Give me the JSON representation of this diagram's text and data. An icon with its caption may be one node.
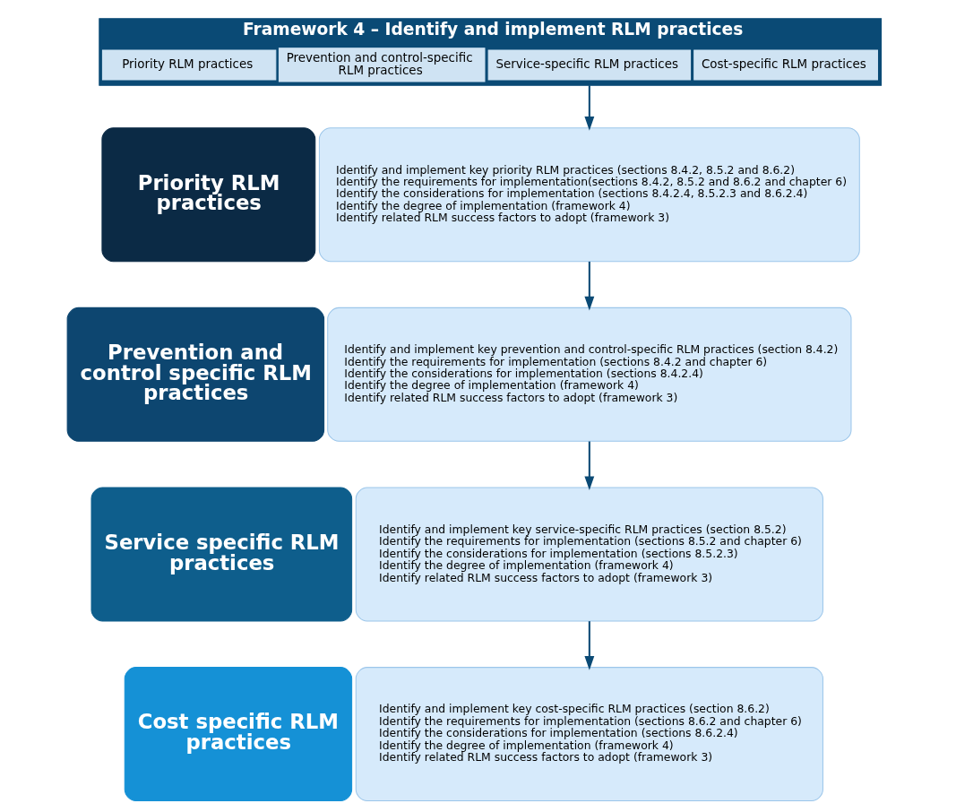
{
  "diagram": {
    "nodes": [
      {
        "text": [
          "Framework 4 – Identify and implement RLM practices"
        ]
      },
      {
        "text": [
          "Priority RLM practices"
        ],
        "in": 0
      },
      {
        "text": [
          "Prevention and control-specific RLM practices"
        ],
        "in": 0
      },
      {
        "text": [
          "Service-specific RLM practices"
        ],
        "in": 0
      },
      {
        "text": [
          "Cost-specific RLM practices"
        ],
        "in": 0
      },
      {
        "text": [
          "Priority RLM practices"
        ]
      },
      {
        "text": [
          "Identify and implement key priority RLM practices (sections 8.4.2, 8.5.2 and 8.6.2)",
          "Identify the requirements for implementation(sections 8.4.2, 8.5.2 and 8.6.2 and chapter 6)",
          "Identify the considerations for implementation (sections 8.4.2.4, 8.5.2.3 and 8.6.2.4)",
          "Identify the degree of implementation (framework 4)",
          "Identify related RLM success factors to adopt (framework 3)"
        ]
      },
      {
        "text": [
          "Prevention and control specific RLM practices"
        ]
      },
      {
        "text": [
          "Identify and implement key prevention and control-specific RLM practices (section 8.4.2)",
          "Identify the requirements for implementation (sections 8.4.2 and chapter 6)",
          "Identify the considerations for implementation (sections 8.4.2.4)",
          "Identify the degree of implementation (framework 4)",
          "Identify related RLM success factors to adopt (framework 3)"
        ]
      },
      {
        "text": [
          "Service specific RLM practices"
        ]
      },
      {
        "text": [
          "Identify and implement key service-specific RLM practices (section 8.5.2)",
          "Identify the requirements for implementation (sections 8.5.2 and chapter 6)",
          "Identify the considerations for implementation (sections 8.5.2.3)",
          "Identify the degree of implementation (framework 4)",
          "Identify related RLM success factors to adopt (framework 3)"
        ]
      },
      {
        "text": [
          "Cost specific RLM practices"
        ]
      },
      {
        "text": [
          "Identify and implement key cost-specific RLM practices (section 8.6.2)",
          "Identify the requirements for implementation (sections 8.6.2 and chapter 6)",
          "Identify the considerations for implementation (sections 8.6.2.4)",
          "Identify the degree of implementation (framework 4)",
          "Identify related RLM success factors to adopt (framework 3)"
        ]
      }
    ],
    "edges": [
      {
        "from": 0,
        "to": 6,
        "arrow": "to"
      },
      {
        "from": 6,
        "to": 8,
        "arrow": "to"
      },
      {
        "from": 8,
        "to": 10,
        "arrow": "to"
      },
      {
        "from": 10,
        "to": 12,
        "arrow": "to"
      }
    ]
  }
}
